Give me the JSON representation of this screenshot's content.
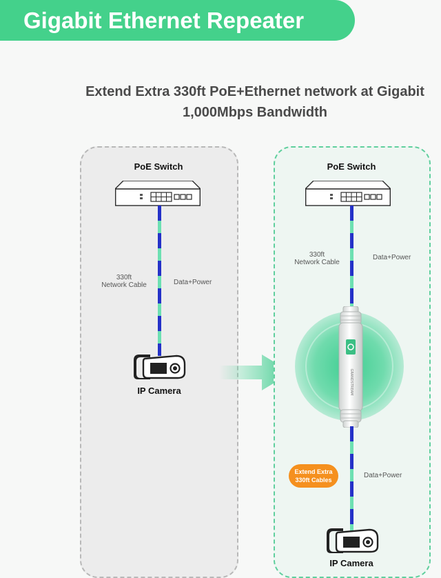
{
  "title": "Gigabit Ethernet Repeater",
  "headline": {
    "line1": "Extend Extra 330ft PoE+Ethernet network at Gigabit",
    "line2": "1,000Mbps Bandwidth"
  },
  "left_panel": {
    "switch_label": "PoE Switch",
    "cable_length": "330ft",
    "cable_name": "Network Cable",
    "cable_function": "Data+Power",
    "device_label": "IP Camera"
  },
  "right_panel": {
    "switch_label": "PoE Switch",
    "cable_length": "330ft",
    "cable_name": "Network Cable",
    "cable_function_top": "Data+Power",
    "repeater_brand": "GRANDSTREAM",
    "badge_line1": "Extend Extra",
    "badge_line2": "330ft Cables",
    "cable_function_bottom": "Data+Power",
    "device_label": "IP Camera"
  },
  "colors": {
    "accent_green": "#44d18b",
    "cable_blue": "#2431c8",
    "cable_green": "#6de0b2",
    "badge_orange": "#f5901e"
  },
  "icons": [
    "poe-switch-icon",
    "ip-camera-icon",
    "repeater-device-icon",
    "arrow-right-icon"
  ]
}
